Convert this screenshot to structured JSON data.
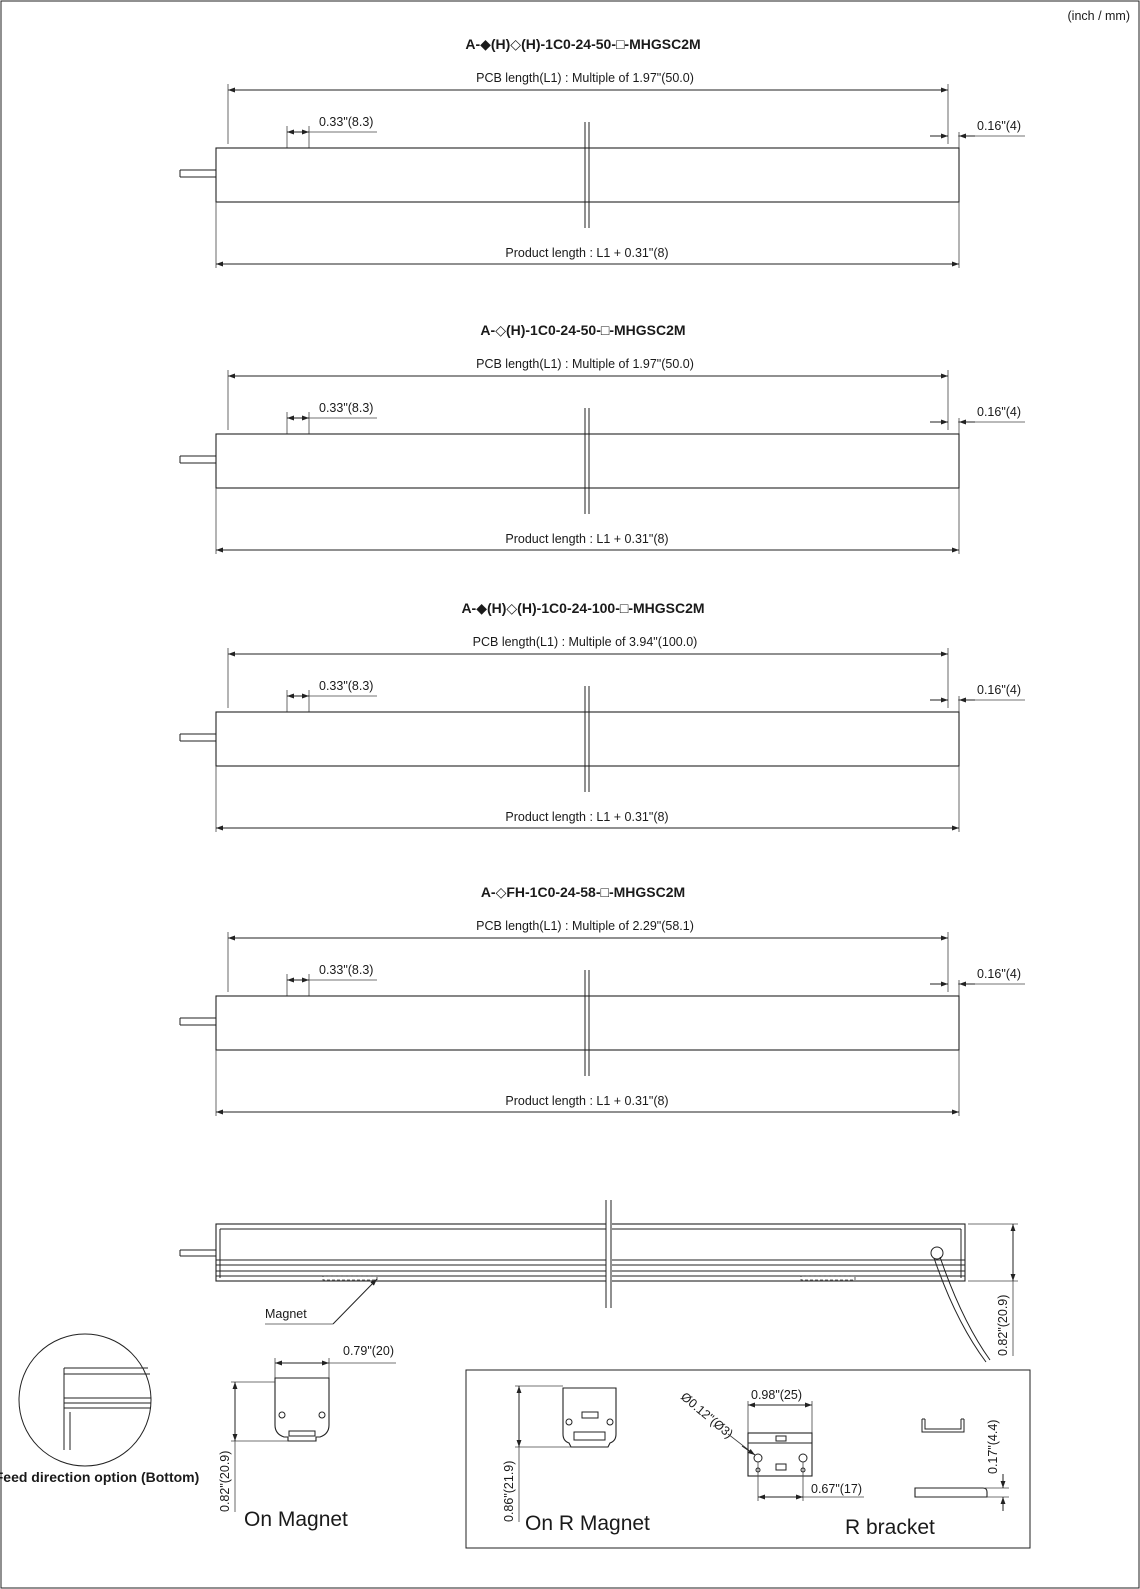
{
  "units_label": "(inch / mm)",
  "sections": [
    {
      "title": "A-◆(H)◇(H)-1C0-24-50-□-MHGSC2M",
      "pcb_label": "PCB length(L1) : Multiple of 1.97\"(50.0)",
      "pitch_label": "0.33\"(8.3)",
      "end_label": "0.16\"(4)",
      "product_label": "Product length : L1 + 0.31\"(8)"
    },
    {
      "title": "A-◇(H)-1C0-24-50-□-MHGSC2M",
      "pcb_label": "PCB length(L1) : Multiple of 1.97\"(50.0)",
      "pitch_label": "0.33\"(8.3)",
      "end_label": "0.16\"(4)",
      "product_label": "Product length : L1 + 0.31\"(8)"
    },
    {
      "title": "A-◆(H)◇(H)-1C0-24-100-□-MHGSC2M",
      "pcb_label": "PCB length(L1) : Multiple of 3.94\"(100.0)",
      "pitch_label": "0.33\"(8.3)",
      "end_label": "0.16\"(4)",
      "product_label": "Product length : L1 + 0.31\"(8)"
    },
    {
      "title": "A-◇FH-1C0-24-58-□-MHGSC2M",
      "pcb_label": "PCB length(L1) : Multiple of 2.29\"(58.1)",
      "pitch_label": "0.33\"(8.3)",
      "end_label": "0.16\"(4)",
      "product_label": "Product length : L1 + 0.31\"(8)"
    }
  ],
  "profile": {
    "magnet_label": "Magnet",
    "height_label": "0.82\"(20.9)"
  },
  "feed_option_label": "Feed direction option (Bottom)",
  "on_magnet": {
    "width_label": "0.79\"(20)",
    "height_label": "0.82\"(20.9)",
    "caption": "On Magnet"
  },
  "on_r_magnet": {
    "height_label": "0.86\"(21.9)",
    "caption": "On R Magnet"
  },
  "r_bracket": {
    "width_label": "0.98\"(25)",
    "hole_label": "Ø0.12\"(Ø3)",
    "offset_label": "0.67\"(17)",
    "thickness_label": "0.17\"(4.4)",
    "caption": "R bracket"
  }
}
